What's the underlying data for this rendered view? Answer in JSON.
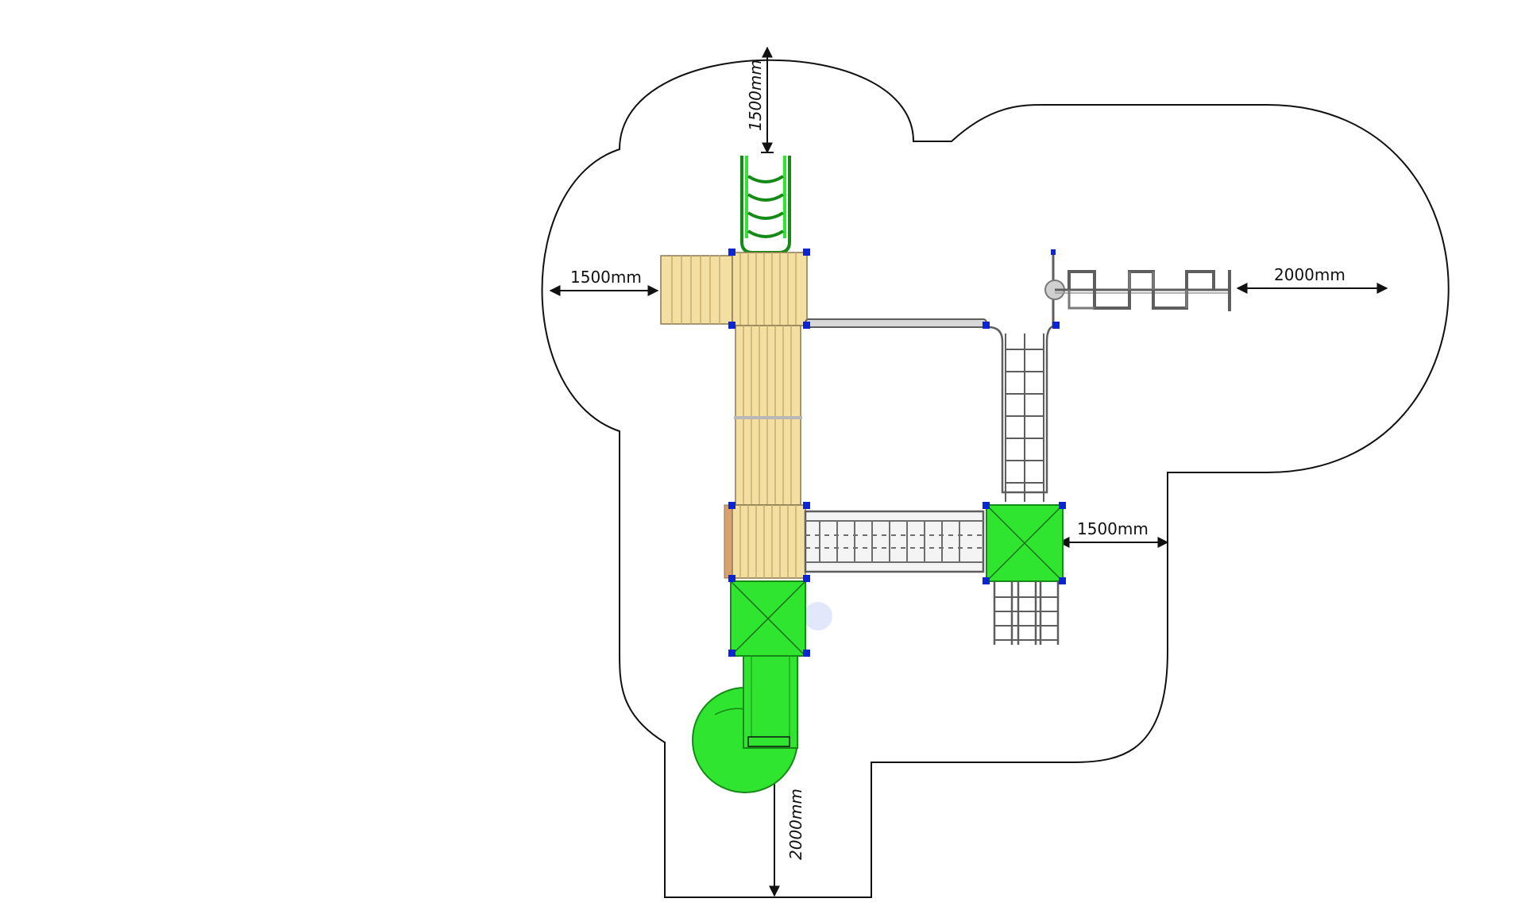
{
  "dimensions": {
    "top_clearance": "1500mm",
    "left_clearance": "1500mm",
    "right_top_clearance": "2000mm",
    "right_middle_clearance": "1500mm",
    "bottom_clearance": "2000mm"
  },
  "colors": {
    "outline": "#111111",
    "plastic_green": "#2fe52f",
    "green_dark": "#168a16",
    "wood": "#f3dfa2",
    "wood_dark": "#c9ad6a",
    "metal": "#8c8c8c",
    "metal_dark": "#5e5e5e",
    "connector_blue": "#0a24d6",
    "hint_circle": "#e3e7fb"
  }
}
